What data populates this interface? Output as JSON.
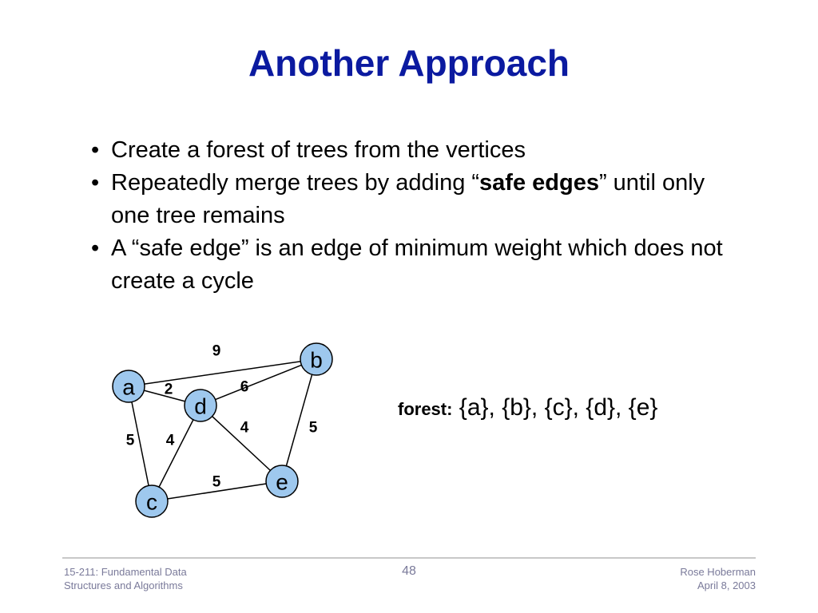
{
  "slide": {
    "title": "Another Approach",
    "bullets": [
      {
        "text": "Create a forest of trees from the vertices"
      },
      {
        "pre": "Repeatedly merge trees by adding “",
        "bold": "safe edges",
        "post": "” until only one tree remains"
      },
      {
        "text": "A “safe edge” is an edge of minimum weight which does not create a cycle"
      }
    ]
  },
  "graph": {
    "node_fill": "#9ec8ee",
    "nodes": [
      {
        "id": "a",
        "label": "a"
      },
      {
        "id": "b",
        "label": "b"
      },
      {
        "id": "c",
        "label": "c"
      },
      {
        "id": "d",
        "label": "d"
      },
      {
        "id": "e",
        "label": "e"
      }
    ],
    "edges": [
      {
        "from": "a",
        "to": "b",
        "weight": "9"
      },
      {
        "from": "a",
        "to": "d",
        "weight": "2"
      },
      {
        "from": "d",
        "to": "b",
        "weight": "6"
      },
      {
        "from": "a",
        "to": "c",
        "weight": "5"
      },
      {
        "from": "d",
        "to": "c",
        "weight": "4"
      },
      {
        "from": "d",
        "to": "e",
        "weight": "4"
      },
      {
        "from": "b",
        "to": "e",
        "weight": "5"
      },
      {
        "from": "c",
        "to": "e",
        "weight": "5"
      }
    ]
  },
  "forest": {
    "label": "forest:",
    "value": "{a}, {b}, {c}, {d}, {e}"
  },
  "footer": {
    "course_line1": "15-211: Fundamental Data",
    "course_line2": "Structures and Algorithms",
    "page_number": "48",
    "author": "Rose Hoberman",
    "date": "April 8, 2003"
  }
}
